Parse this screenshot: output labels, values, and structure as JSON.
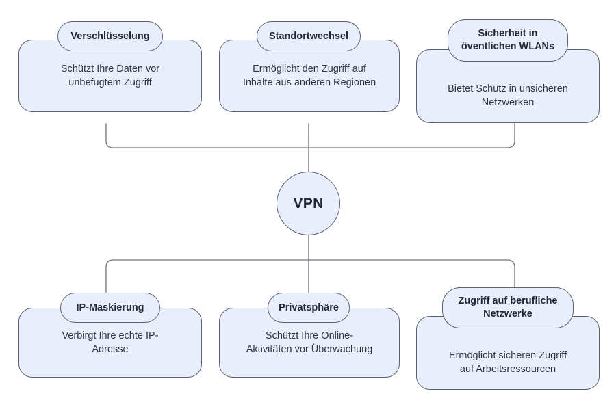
{
  "diagram": {
    "type": "mind-map",
    "center": {
      "label": "VPN"
    },
    "colors": {
      "node_fill": "#e8eefb",
      "node_border": "#59606e",
      "title_text": "#242a33",
      "body_text": "#303640",
      "connector": "#6d7480",
      "background": "#ffffff"
    },
    "top_nodes": [
      {
        "title": "Verschlüsselung",
        "description": "Schützt Ihre Daten vor\nunbefugtem Zugriff"
      },
      {
        "title": "Standortwechsel",
        "description": "Ermöglicht den Zugriff auf\nInhalte aus anderen Regionen"
      },
      {
        "title": "Sicherheit in\növentlichen WLANs",
        "description": "Bietet Schutz in unsicheren\nNetzwerken"
      }
    ],
    "bottom_nodes": [
      {
        "title": "IP-Maskierung",
        "description": "Verbirgt Ihre echte IP-\nAdresse"
      },
      {
        "title": "Privatsphäre",
        "description": "Schützt Ihre Online-\nAktivitäten vor Überwachung"
      },
      {
        "title": "Zugriff auf berufliche\nNetzwerke",
        "description": "Ermöglicht sicheren Zugriff\nauf Arbeitsressourcen"
      }
    ]
  }
}
